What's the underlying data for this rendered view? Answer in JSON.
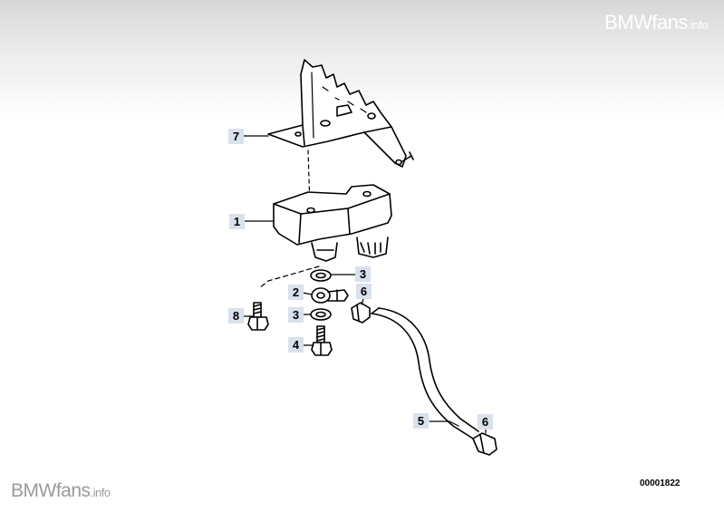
{
  "watermark": {
    "top_brand": "BMWfans",
    "top_suffix": ".info",
    "bottom_brand": "BMWfans",
    "bottom_suffix": ".info"
  },
  "diagram_id": "00001822",
  "callouts": [
    {
      "name": "callout-7-bracket",
      "label": "7"
    },
    {
      "name": "callout-1-module",
      "label": "1"
    },
    {
      "name": "callout-3-upper-washer",
      "label": "3"
    },
    {
      "name": "callout-2-banjo-fitting",
      "label": "2"
    },
    {
      "name": "callout-6-hose-clamp-upper",
      "label": "6"
    },
    {
      "name": "callout-8-screw",
      "label": "8"
    },
    {
      "name": "callout-3-lower-washer",
      "label": "3"
    },
    {
      "name": "callout-4-banjo-bolt",
      "label": "4"
    },
    {
      "name": "callout-5-hose",
      "label": "5"
    },
    {
      "name": "callout-6-hose-clamp-lower",
      "label": "6"
    }
  ]
}
